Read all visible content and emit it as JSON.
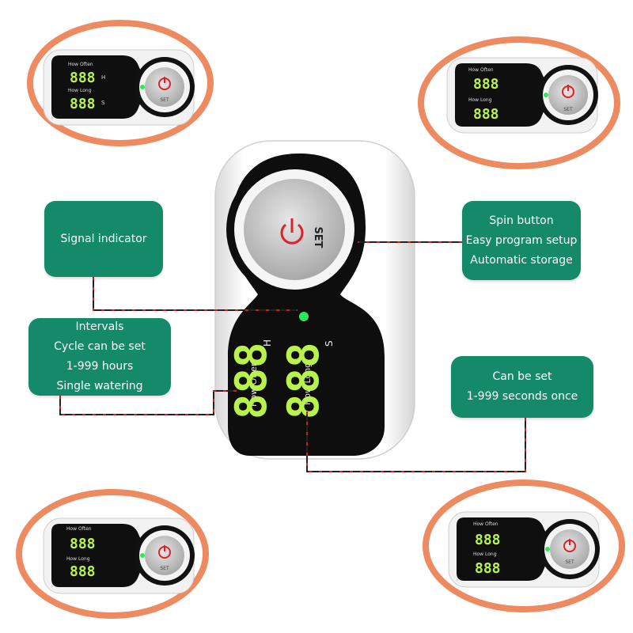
{
  "colors": {
    "accent": "#158a6a",
    "ring": "#ed8a60",
    "lcd_green": "#b9f24a",
    "device_black": "#111111",
    "button_gray": "#c8c8c8",
    "power_red": "#e0202a",
    "indicator": "#2ee85a"
  },
  "callouts": {
    "signal": {
      "lines": [
        "Signal indicator"
      ]
    },
    "spin": {
      "lines": [
        "Spin button",
        "Easy program setup",
        "Automatic storage"
      ]
    },
    "intervals": {
      "lines": [
        "Intervals",
        "Cycle can be set",
        "1-999 hours",
        "Single watering"
      ]
    },
    "can_be_set": {
      "lines": [
        "Can be set",
        "1-999 seconds once"
      ]
    }
  },
  "device": {
    "label_how_often": "How Often",
    "label_how_long": "How Long",
    "unit_hours": "H",
    "unit_seconds": "S",
    "display_how_often": "888",
    "display_how_long": "888",
    "button_label": "SET"
  },
  "thumbnails": {
    "label_how_often": "How Often",
    "label_how_long": "How Long",
    "unit_hours": "H",
    "unit_seconds": "S",
    "display_top": "888",
    "display_bottom": "888",
    "button_label": "SET"
  }
}
